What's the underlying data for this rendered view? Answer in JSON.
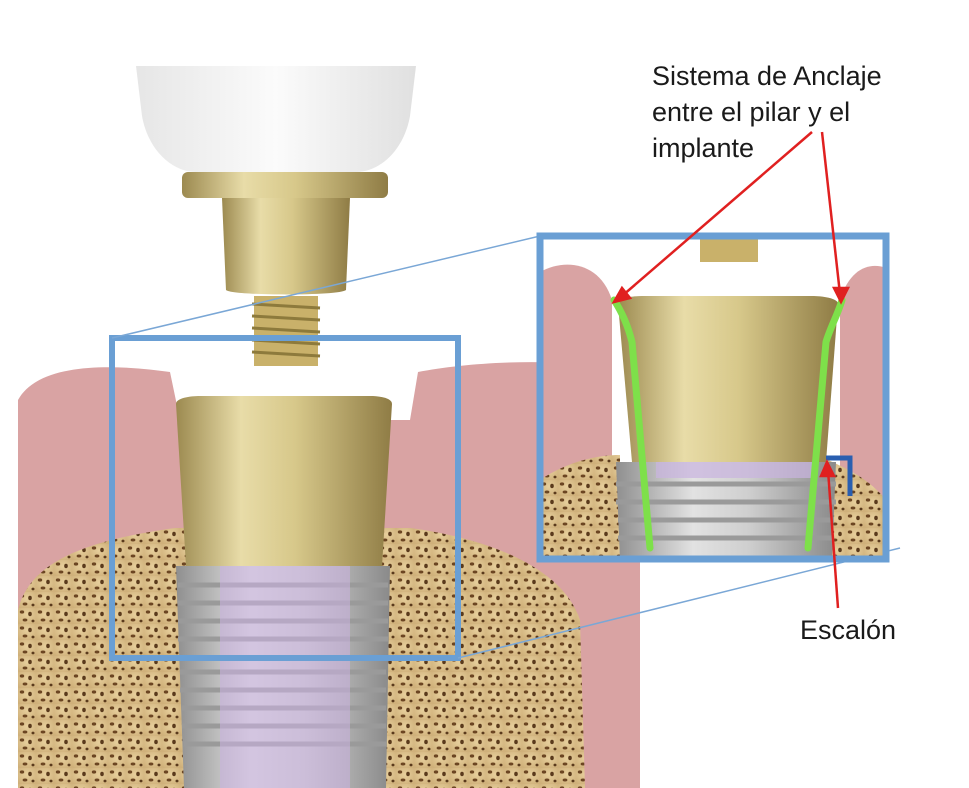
{
  "labels": {
    "anchor_system": [
      "Sistema de Anclaje",
      "entre el pilar y el",
      "implante"
    ],
    "step": "Escalón"
  },
  "colors": {
    "gum": "#d9a3a3",
    "gum_dark": "#c78a8a",
    "bone": "#dcc08a",
    "bone_pore": "#5a3a1c",
    "implant_metal": "#c9c9c9",
    "abutment_gold": "#d8c98e",
    "screw_gold": "#c9b16a",
    "crown_white": "#f2f2f2",
    "connection_purple": "#c9b3df",
    "zoom_frame": "#6a9fd4",
    "zoom_line": "#7aa7d6",
    "anchor_highlight": "#7ee04a",
    "arrow_red": "#e02020",
    "step_marker": "#2a5fb0"
  }
}
